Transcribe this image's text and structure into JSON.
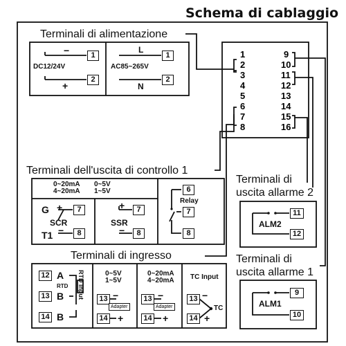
{
  "title": "Schema di cablaggio",
  "headers": {
    "power": "Terminali di alimentazione",
    "control_output": "Terminali dell'uscita di controllo 1",
    "alarm2_line1": "Terminali di",
    "alarm2_line2": "uscita allarme 2",
    "input": "Terminali di ingresso",
    "alarm1_line1": "Terminali di",
    "alarm1_line2": "uscita allarme 1"
  },
  "terminal_block": {
    "left": [
      "1",
      "2",
      "3",
      "4",
      "5",
      "6",
      "7",
      "8"
    ],
    "right": [
      "9",
      "10",
      "11",
      "12",
      "13",
      "14",
      "15",
      "16"
    ]
  },
  "power": {
    "dc_label": "DC12/24V",
    "dc_minus": "−",
    "dc_plus": "+",
    "dc_pins": [
      "1",
      "2"
    ],
    "ac_label": "AC85~265V",
    "ac_l": "L",
    "ac_n": "N",
    "ac_pins": [
      "1",
      "2"
    ]
  },
  "control": {
    "current_range": "0~20mA\n4~20mA",
    "voltage_range": "0~5V\n1~5V",
    "scr_g": "G",
    "scr_t1": "T1",
    "scr_label": "SCR",
    "scr_plus": "+",
    "scr_minus": "−",
    "scr_pins": [
      "7",
      "8"
    ],
    "ssr_label": "SSR",
    "ssr_plus": "+",
    "ssr_minus": "−",
    "ssr_pins": [
      "7",
      "8"
    ],
    "relay_label": "Relay",
    "relay_pins": [
      "6",
      "7",
      "8"
    ]
  },
  "alarm2": {
    "label": "ALM2",
    "pins": [
      "11",
      "12"
    ]
  },
  "alarm1": {
    "label": "ALM1",
    "pins": [
      "9",
      "10"
    ]
  },
  "input": {
    "rtd_pins": [
      "12",
      "13",
      "14"
    ],
    "rtd_letters": [
      "A",
      "B",
      "B"
    ],
    "rtd_label": "RTD",
    "rtd_input": "RTD Input",
    "v_range": "0~5V\n1~5V",
    "ma_range": "0~20mA\n4~20mA",
    "adapter": "Adapter",
    "v_pins": [
      "13",
      "14"
    ],
    "ma_pins": [
      "13",
      "14"
    ],
    "tc_input": "TC Input",
    "tc_label": "TC",
    "tc_pins": [
      "13",
      "14"
    ],
    "minus": "−",
    "plus": "+"
  }
}
